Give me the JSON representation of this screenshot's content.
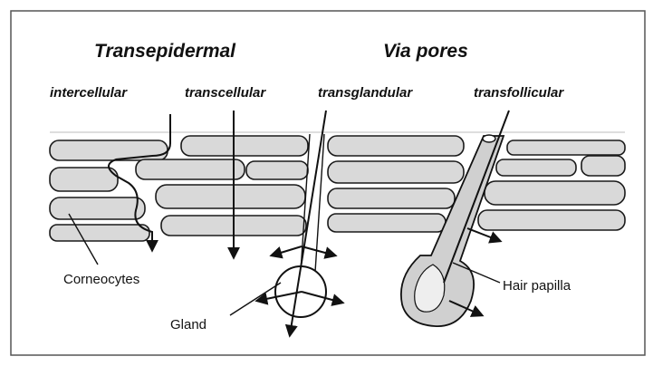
{
  "headers": {
    "transepidermal": "Transepidermal",
    "via_pores": "Via pores"
  },
  "routes": {
    "intercellular": "intercellular",
    "transcellular": "transcellular",
    "transglandular": "transglandular",
    "transfollicular": "transfollicular"
  },
  "labels": {
    "corneocytes": "Corneocytes",
    "gland": "Gland",
    "hair_papilla": "Hair papilla"
  },
  "colors": {
    "cell_fill": "#d9d9d9",
    "outline": "#1a1a1a",
    "border": "#555555"
  }
}
